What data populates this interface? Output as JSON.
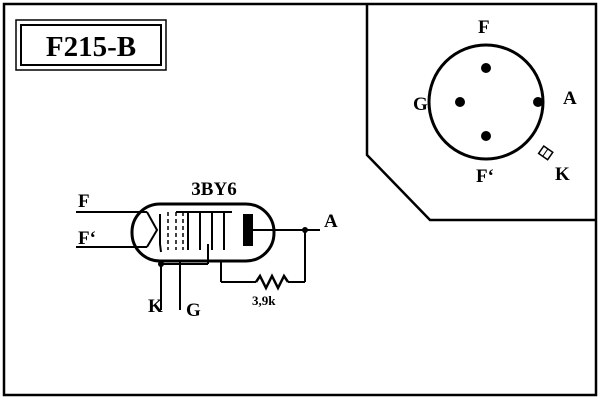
{
  "title": "F215-B",
  "tube": {
    "type_label": "3BY6",
    "pins": {
      "filament_1": "F",
      "filament_2": "F‘",
      "cathode": "K",
      "grid": "G",
      "anode": "A"
    },
    "resistor_value": "3,9k"
  },
  "socket": {
    "pins": {
      "top": "F",
      "left": "G",
      "right": "A",
      "bottom": "F‘",
      "key": "K"
    }
  },
  "colors": {
    "ink": "#000000",
    "paper": "#ffffff"
  }
}
